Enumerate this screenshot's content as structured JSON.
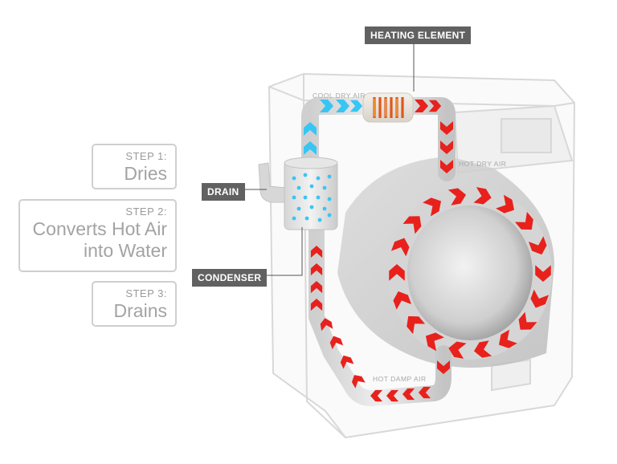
{
  "steps": [
    {
      "num": "STEP 1:",
      "lines": [
        "Dries"
      ]
    },
    {
      "num": "STEP 2:",
      "lines": [
        "Converts Hot Air",
        "into Water"
      ]
    },
    {
      "num": "STEP 3:",
      "lines": [
        "Drains"
      ]
    }
  ],
  "tags": {
    "heating": "HEATING ELEMENT",
    "drain": "DRAIN",
    "condenser": "CONDENSER"
  },
  "flow_labels": {
    "cool_dry": "COOL DRY AIR",
    "hot_dry": "HOT DRY AIR",
    "hot_damp": "HOT DAMP AIR"
  },
  "colors": {
    "hot_arrow": "#e8211c",
    "cool_arrow": "#37c6f4",
    "tag_bg": "#616161",
    "heater_coil": "#e0561b"
  },
  "icons": {
    "hot_flow": "red-chevron-arrow",
    "cool_flow": "blue-chevron-arrow",
    "condensate": "water-droplet"
  }
}
